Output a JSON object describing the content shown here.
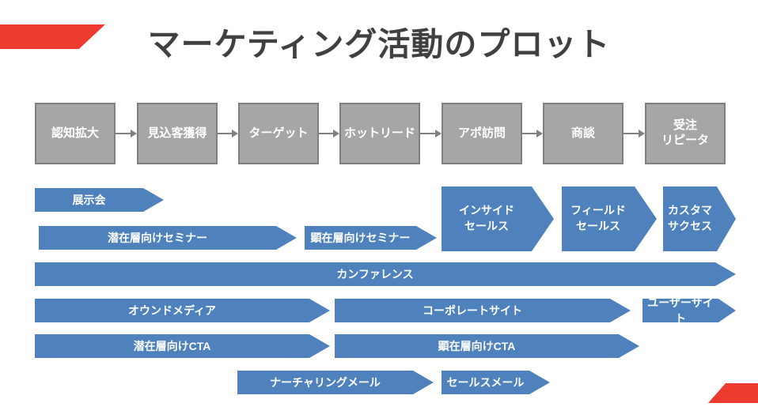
{
  "title": "マーケティング活動のプロット",
  "colors": {
    "blue": "#4f81bd",
    "gray_fill": "#a6a6a6",
    "gray_border": "#7f7f7f",
    "red": "#ed3b2f",
    "title_color": "#404040",
    "connector": "#808080"
  },
  "funnel": {
    "stages": [
      "認知拡大",
      "見込客獲得",
      "ターゲット",
      "ホットリード",
      "アポ訪問",
      "商談",
      "受注\nリピータ"
    ]
  },
  "activities": {
    "exhibition": "展示会",
    "seminar_latent": "潜在層向けセミナー",
    "seminar_evident": "顕在層向けセミナー",
    "inside_sales": "インサイド\nセールス",
    "field_sales": "フィールド\nセールス",
    "customer_success": "カスタマ\nサクセス",
    "conference": "カンファレンス",
    "owned_media": "オウンドメディア",
    "corporate_site": "コーポレートサイト",
    "user_site": "ユーザーサイト",
    "cta_latent": "潜在層向けCTA",
    "cta_evident": "顕在層向けCTA",
    "nurturing_mail": "ナーチャリングメール",
    "sales_mail": "セールスメール"
  }
}
